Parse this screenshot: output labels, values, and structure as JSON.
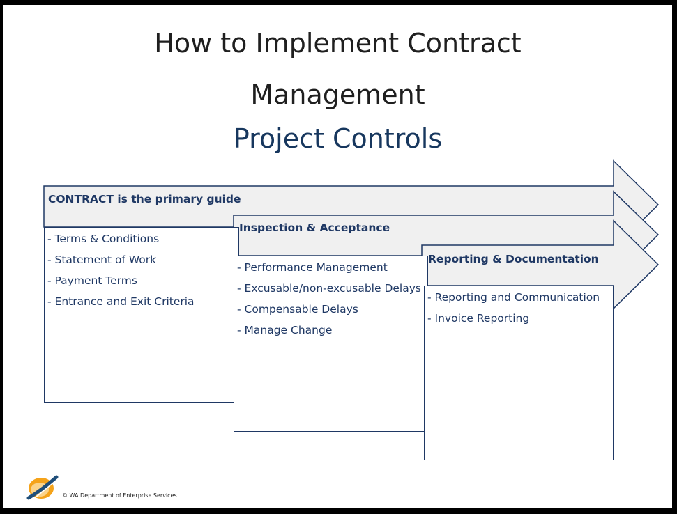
{
  "title": {
    "line1": "How to Implement Contract",
    "line2": "Management",
    "line3": "Project Controls"
  },
  "stages": [
    {
      "heading": "CONTRACT  is the primary guide",
      "items": [
        "- Terms & Conditions",
        "- Statement of Work",
        "- Payment Terms",
        "- Entrance and Exit Criteria"
      ]
    },
    {
      "heading": "Inspection & Acceptance",
      "items": [
        "- Performance Management",
        "- Excusable/non-excusable Delays",
        "- Compensable Delays",
        "- Manage Change"
      ]
    },
    {
      "heading": "Reporting & Documentation",
      "items": [
        "- Reporting and Communication",
        "- Invoice Reporting"
      ]
    }
  ],
  "footer": {
    "text": "© WA Department of Enterprise Services"
  },
  "colors": {
    "accent": "#1f3864",
    "arrow_fill": "#f0f0f0",
    "arrow_stroke": "#1f3864",
    "logo_orange": "#f5a31a",
    "logo_blue": "#1f4e79"
  }
}
